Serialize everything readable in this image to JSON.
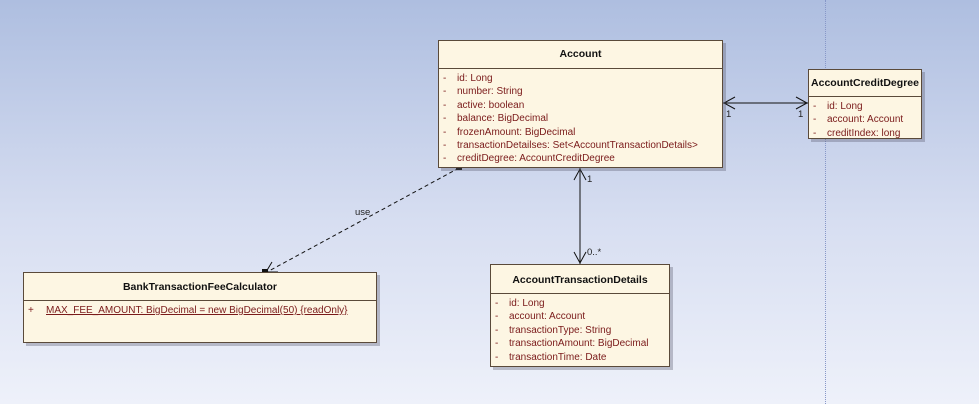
{
  "classes": {
    "account": {
      "name": "Account",
      "attrs": [
        {
          "vis": "-",
          "text": "id:  Long"
        },
        {
          "vis": "-",
          "text": "number:  String"
        },
        {
          "vis": "-",
          "text": "active:  boolean"
        },
        {
          "vis": "-",
          "text": "balance:  BigDecimal"
        },
        {
          "vis": "-",
          "text": "frozenAmount:  BigDecimal"
        },
        {
          "vis": "-",
          "text": "transactionDetailses:  Set<AccountTransactionDetails>"
        },
        {
          "vis": "-",
          "text": "creditDegree:  AccountCreditDegree"
        }
      ]
    },
    "credit_degree": {
      "name": "AccountCreditDegree",
      "attrs": [
        {
          "vis": "-",
          "text": "id:  Long"
        },
        {
          "vis": "-",
          "text": "account:  Account"
        },
        {
          "vis": "-",
          "text": "creditIndex:  long"
        }
      ]
    },
    "transaction_details": {
      "name": "AccountTransactionDetails",
      "attrs": [
        {
          "vis": "-",
          "text": "id:  Long"
        },
        {
          "vis": "-",
          "text": "account:  Account"
        },
        {
          "vis": "-",
          "text": "transactionType:  String"
        },
        {
          "vis": "-",
          "text": "transactionAmount:  BigDecimal"
        },
        {
          "vis": "-",
          "text": "transactionTime:  Date"
        }
      ]
    },
    "fee_calculator": {
      "name": "BankTransactionFeeCalculator",
      "attrs": [
        {
          "vis": "+",
          "text": "MAX_FEE_AMOUNT:  BigDecimal = new BigDecimal(50) {readOnly}"
        }
      ]
    }
  },
  "relations": {
    "use_label": "use",
    "acct_credit_left": "1",
    "acct_credit_right": "1",
    "acct_details_top": "1",
    "acct_details_bottom": "0..*"
  }
}
